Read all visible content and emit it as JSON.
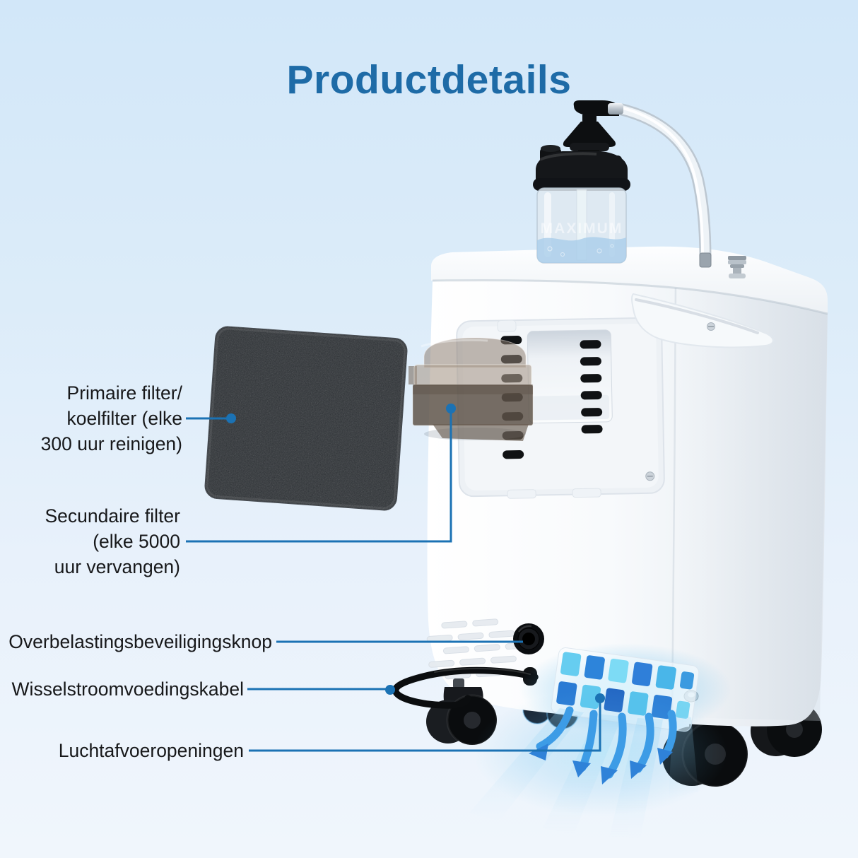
{
  "title": "Productdetails",
  "colors": {
    "title_blue": "#1E6BA7",
    "leader_blue": "#1B72B4",
    "label_text": "#17181A",
    "background_top": "#D2E7F9",
    "background_bottom": "#F0F6FC",
    "vent_glow_cyan": "#6ECDF2",
    "vent_deep_blue": "#2A7BD4"
  },
  "callouts": {
    "primary_filter": {
      "lines": [
        "Primaire filter/",
        "koelfilter (elke",
        "300 uur reinigen)"
      ]
    },
    "secondary_filter": {
      "lines": [
        "Secundaire filter",
        "(elke 5000",
        "uur vervangen)"
      ]
    },
    "overload_button": {
      "label": "Overbelastingsbeveiligingsknop"
    },
    "power_cable": {
      "label": "Wisselstroomvoedingskabel"
    },
    "air_vents": {
      "label": "Luchtafvoeropeningen"
    }
  },
  "product": {
    "bottle_watermark": "MAXIMUM"
  }
}
